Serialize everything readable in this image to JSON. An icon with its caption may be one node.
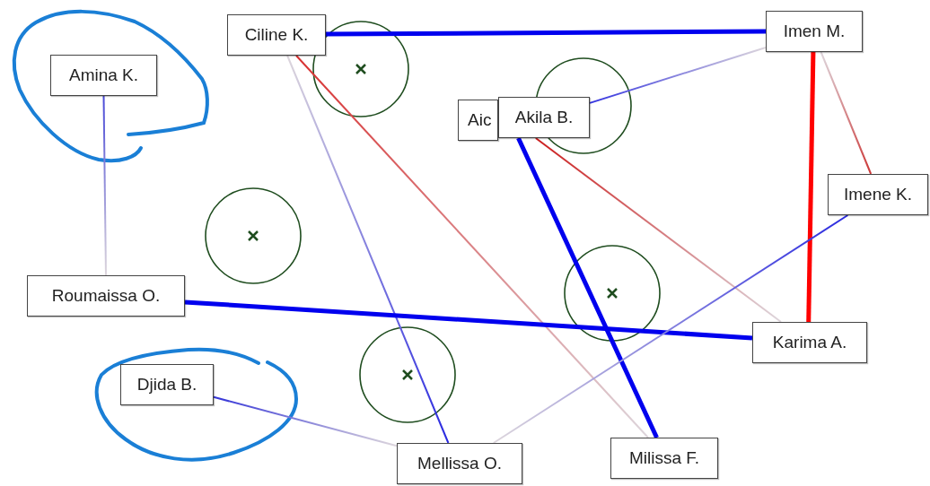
{
  "diagram": {
    "nodes": [
      {
        "text": [
          "Amina K."
        ]
      },
      {
        "text": [
          "Ciline K."
        ]
      },
      {
        "text": [
          "Imen M."
        ]
      },
      {
        "text": [
          "Aic"
        ]
      },
      {
        "text": [
          "Akila B."
        ]
      },
      {
        "text": [
          "Imene K."
        ]
      },
      {
        "text": [
          "Roumaissa O."
        ]
      },
      {
        "text": [
          "Karima A."
        ]
      },
      {
        "text": [
          "Djida B."
        ]
      },
      {
        "text": [
          "Mellissa O."
        ]
      },
      {
        "text": [
          "Milissa F."
        ]
      }
    ],
    "edges": [
      {
        "from": 1,
        "to": 2,
        "arrow": "none",
        "style": "thick",
        "color": "#0000ee"
      },
      {
        "from": 0,
        "to": 6,
        "arrow": "none",
        "color": "#4a4ad8"
      },
      {
        "from": 1,
        "to": 10,
        "arrow": "none",
        "color": "#d83030"
      },
      {
        "from": 1,
        "to": 9,
        "arrow": "none",
        "color": "#2828e0"
      },
      {
        "from": 2,
        "to": 4,
        "arrow": "none",
        "color": "#3434e0"
      },
      {
        "from": 2,
        "to": 7,
        "arrow": "none",
        "style": "thick",
        "color": "#ff0000"
      },
      {
        "from": 2,
        "to": 5,
        "arrow": "none",
        "color": "#cc3838"
      },
      {
        "from": 4,
        "to": 10,
        "arrow": "none",
        "style": "thick",
        "color": "#0000ee"
      },
      {
        "from": 4,
        "to": 7,
        "arrow": "none",
        "color": "#cc1c1c"
      },
      {
        "from": 6,
        "to": 7,
        "arrow": "none",
        "style": "thick",
        "color": "#0000ee"
      },
      {
        "from": 8,
        "to": 9,
        "arrow": "none",
        "color": "#3434d8"
      },
      {
        "from": 5,
        "to": 9,
        "arrow": "none",
        "color": "#2a2ae0"
      }
    ]
  }
}
